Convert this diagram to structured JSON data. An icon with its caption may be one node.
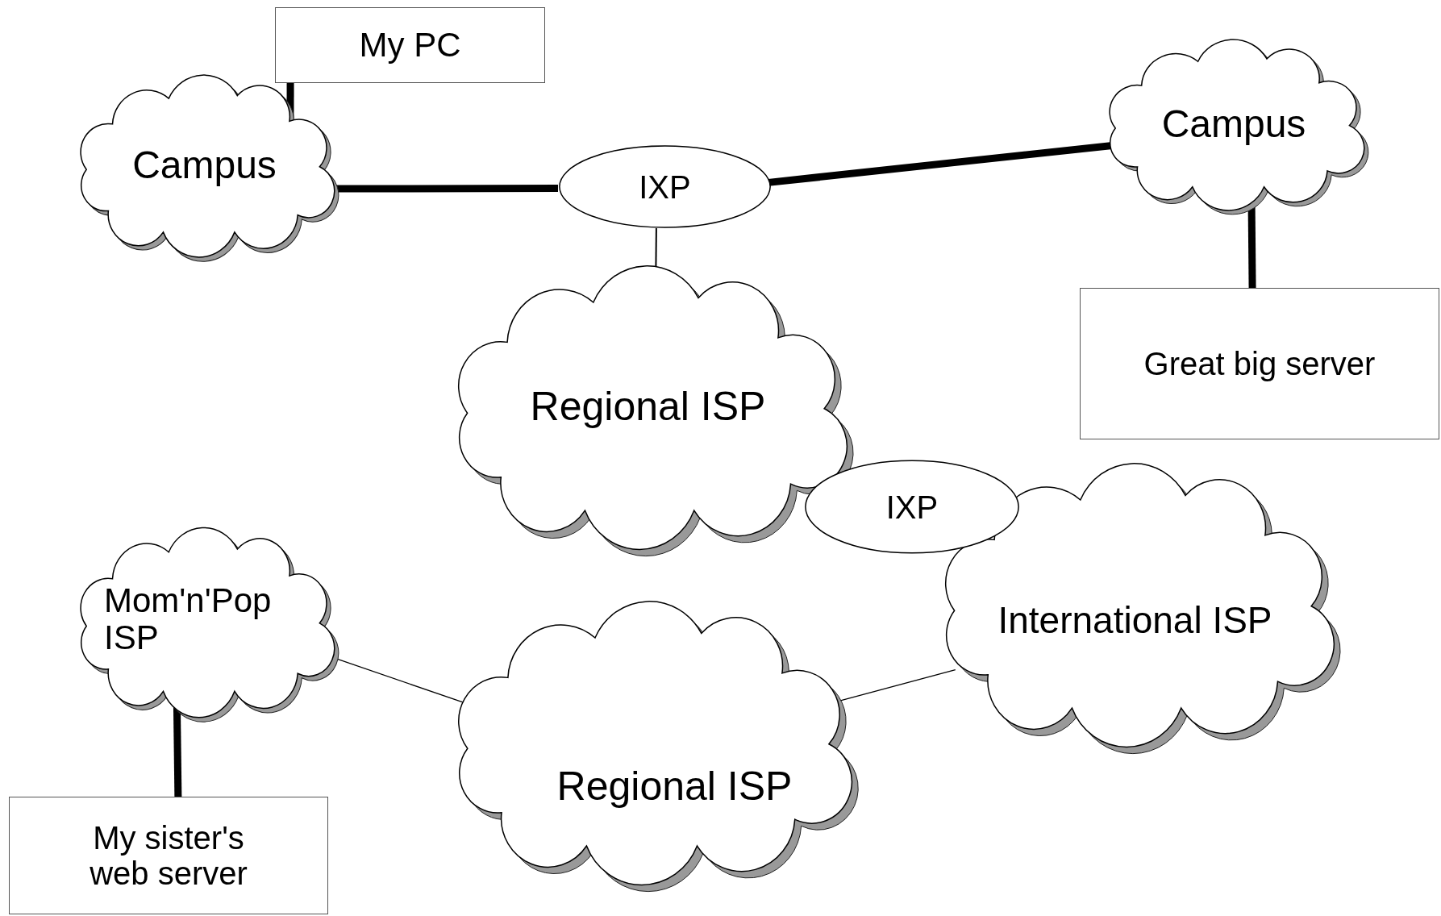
{
  "diagram": {
    "nodes": [
      {
        "text": [
          "My PC"
        ]
      },
      {
        "text": [
          "Campus"
        ]
      },
      {
        "text": [
          "IXP"
        ]
      },
      {
        "text": [
          "Campus"
        ]
      },
      {
        "text": [
          "Great big server"
        ]
      },
      {
        "text": [
          "Regional ISP"
        ]
      },
      {
        "text": [
          "IXP"
        ]
      },
      {
        "text": [
          "International ISP"
        ]
      },
      {
        "text": [
          "Mom'n'Pop ISP"
        ]
      },
      {
        "text": [
          "Regional ISP"
        ]
      },
      {
        "text": [
          "My sister's web server"
        ]
      }
    ],
    "edges": [
      {
        "from": 0,
        "to": 1,
        "arrow": "none"
      },
      {
        "from": 1,
        "to": 2,
        "arrow": "none"
      },
      {
        "from": 2,
        "to": 3,
        "arrow": "none"
      },
      {
        "from": 3,
        "to": 4,
        "arrow": "none"
      },
      {
        "from": 2,
        "to": 5,
        "arrow": "none"
      },
      {
        "from": 8,
        "to": 10,
        "arrow": "none"
      },
      {
        "from": 8,
        "to": 9,
        "arrow": "none"
      },
      {
        "from": 9,
        "to": 7,
        "arrow": "none"
      }
    ]
  }
}
